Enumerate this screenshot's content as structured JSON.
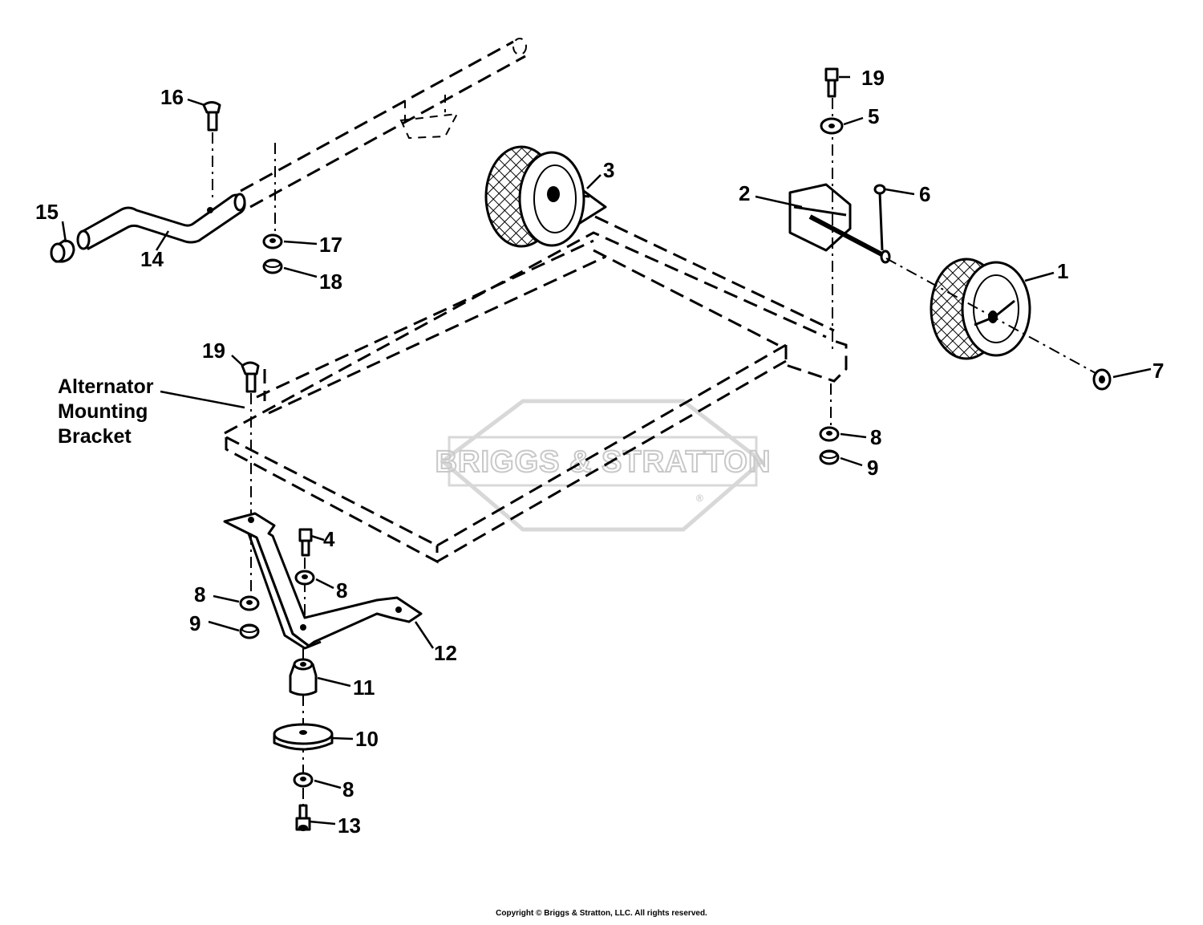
{
  "diagram": {
    "watermark": "BRIGGS & STRATTON",
    "watermark_reg": "®",
    "copyright": "Copyright © Briggs & Stratton, LLC. All rights reserved.",
    "bracket_label": [
      "Alternator",
      "Mounting",
      "Bracket"
    ],
    "callouts": {
      "c1": "1",
      "c2": "2",
      "c3": "3",
      "c4": "4",
      "c5": "5",
      "c6": "6",
      "c7": "7",
      "c8a": "8",
      "c8b": "8",
      "c8c": "8",
      "c8d": "8",
      "c9a": "9",
      "c9b": "9",
      "c10": "10",
      "c11": "11",
      "c12": "12",
      "c13": "13",
      "c14": "14",
      "c15": "15",
      "c16": "16",
      "c17": "17",
      "c18": "18",
      "c19a": "19",
      "c19b": "19"
    }
  }
}
